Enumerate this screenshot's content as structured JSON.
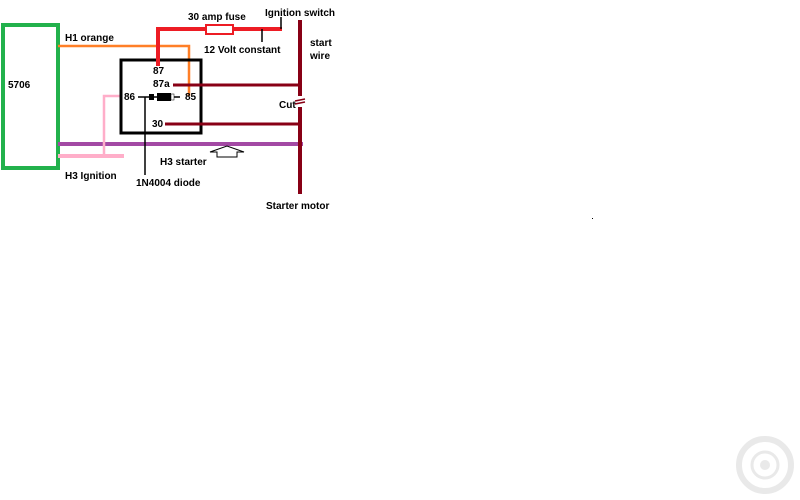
{
  "labels": {
    "module": "5706",
    "h1_orange": "H1 orange",
    "h3_ignition": "H3 Ignition",
    "fuse": "30 amp fuse",
    "ignition_switch": "Ignition switch",
    "twelve_volt": "12 Volt constant",
    "start_wire": [
      "start",
      "wire"
    ],
    "cut": "Cut",
    "h3_starter": "H3 starter",
    "diode": "1N4004 diode",
    "starter_motor": "Starter motor",
    "pins": {
      "p87": "87",
      "p87a": "87a",
      "p86": "86",
      "p85": "85",
      "p30": "30"
    }
  },
  "colors": {
    "module_border": "#22b14c",
    "orange_wire": "#ff7f27",
    "pink_wire": "#ffaec9",
    "purple_wire": "#a349a4",
    "red_wire": "#ed1c24",
    "maroon_wire": "#880015",
    "relay_border": "#000000",
    "text": "#000000"
  },
  "icons": {
    "fuse": "fuse-icon",
    "diode": "diode-icon",
    "arrow": "up-arrow-icon",
    "watermark": "logo-watermark-icon"
  }
}
